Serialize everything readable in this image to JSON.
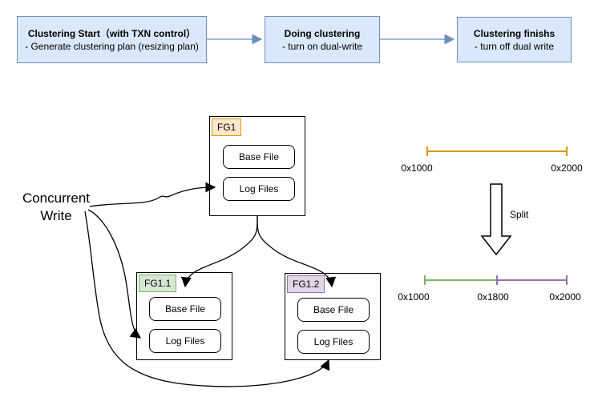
{
  "colors": {
    "flow_box_fill": "#dae8fc",
    "flow_box_stroke": "#6c8ebf",
    "fg1_chip_fill": "#ffe6cc",
    "fg1_chip_stroke": "#d79b00",
    "fg11_chip_fill": "#d5e8d4",
    "fg11_chip_stroke": "#82b366",
    "fg12_chip_fill": "#e1d5e7",
    "fg12_chip_stroke": "#9673a6",
    "timeline_before": "#d79b00",
    "timeline_after_left": "#82b366",
    "timeline_after_right": "#9673a6",
    "arrow_black": "#000000"
  },
  "flowchart": {
    "steps": [
      {
        "title": "Clustering Start（with TXN control）",
        "subtitle": "- Generate clustering plan (resizing plan)"
      },
      {
        "title": "Doing clustering",
        "subtitle": "- turn on dual-write"
      },
      {
        "title": "Clustering finishs",
        "subtitle": "- turn off dual write"
      }
    ]
  },
  "file_groups": [
    {
      "label": "FG1",
      "base_file": "Base File",
      "log_files": "Log Files"
    },
    {
      "label": "FG1.1",
      "base_file": "Base File",
      "log_files": "Log Files"
    },
    {
      "label": "FG1.2",
      "base_file": "Base File",
      "log_files": "Log Files"
    }
  ],
  "annotations": {
    "concurrent_write": "Concurrent Write",
    "split": "Split"
  },
  "timelines": {
    "before": {
      "start_label": "0x1000",
      "end_label": "0x2000"
    },
    "after": {
      "start_label": "0x1000",
      "mid_label": "0x1800",
      "end_label": "0x2000"
    }
  }
}
